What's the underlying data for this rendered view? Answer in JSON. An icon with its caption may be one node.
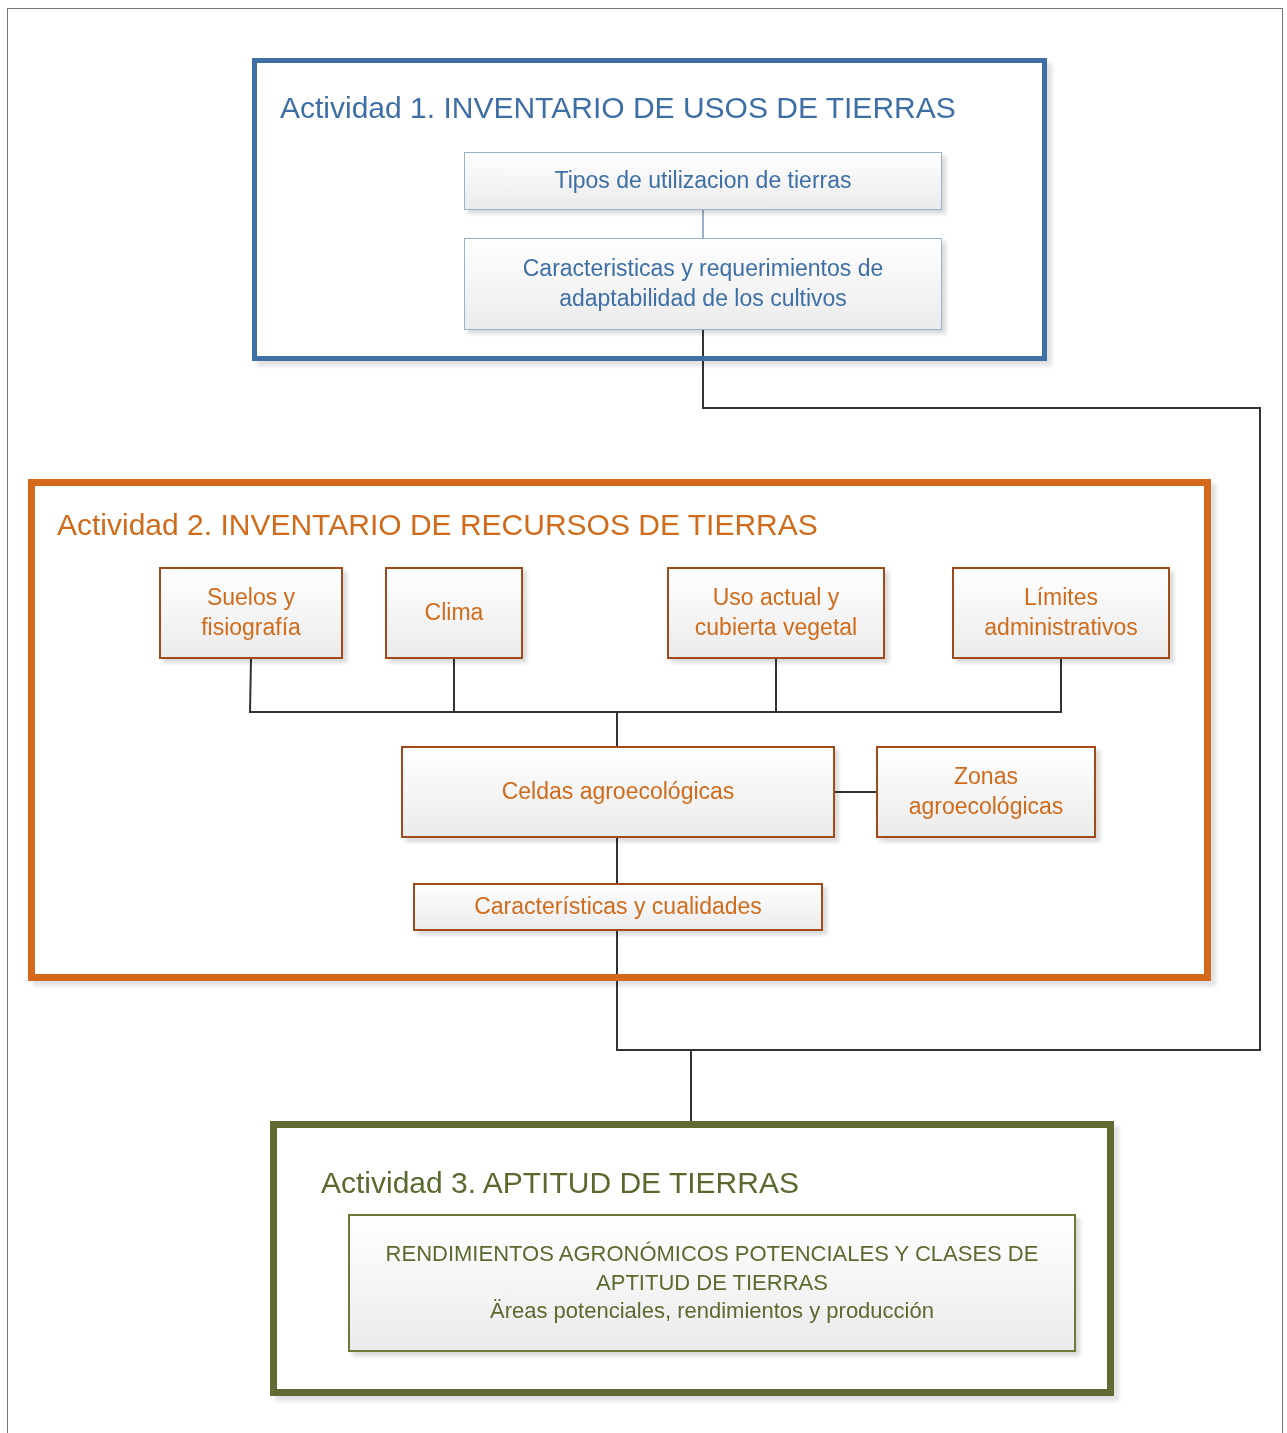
{
  "diagram": {
    "nodes": [
      {
        "text": [
          "Actividad 1. INVENTARIO DE USOS DE TIERRAS"
        ]
      },
      {
        "text": [
          "Tipos de utilizacion de tierras"
        ],
        "in": 0
      },
      {
        "text": [
          "Caracteristicas y requerimientos de adaptabilidad de los cultivos"
        ],
        "in": 0
      },
      {
        "text": [
          "Actividad 2. INVENTARIO DE RECURSOS DE TIERRAS"
        ]
      },
      {
        "text": [
          "Suelos y fisiografía"
        ],
        "in": 3
      },
      {
        "text": [
          "Clima"
        ],
        "in": 3
      },
      {
        "text": [
          "Uso actual y cubierta vegetal"
        ],
        "in": 3
      },
      {
        "text": [
          "Límites administrativos"
        ],
        "in": 3
      },
      {
        "text": [
          "Celdas agroecológicas"
        ],
        "in": 3
      },
      {
        "text": [
          "Zonas agroecológicas"
        ],
        "in": 3
      },
      {
        "text": [
          "Características y cualidades"
        ],
        "in": 3
      },
      {
        "text": [
          "Actividad 3. APTITUD DE TIERRAS"
        ]
      },
      {
        "text": [
          "RENDIMIENTOS AGRONÓMICOS POTENCIALES Y CLASES DE APTITUD DE TIERRAS",
          "Äreas potenciales, rendimientos y producción"
        ],
        "in": 11
      }
    ],
    "edges": [
      {
        "from": 1,
        "to": 2,
        "arrow": "none",
        "color": "#9ab0cc"
      },
      {
        "from": 2,
        "to": 11,
        "arrow": "none"
      },
      {
        "from": 10,
        "to": 11,
        "arrow": "none"
      },
      {
        "from": 4,
        "to": 8,
        "arrow": "none"
      },
      {
        "from": 5,
        "to": 8,
        "arrow": "none"
      },
      {
        "from": 6,
        "to": 8,
        "arrow": "none"
      },
      {
        "from": 7,
        "to": 8,
        "arrow": "none"
      },
      {
        "from": 8,
        "to": 9,
        "arrow": "none"
      },
      {
        "from": 8,
        "to": 10,
        "arrow": "none"
      }
    ]
  }
}
